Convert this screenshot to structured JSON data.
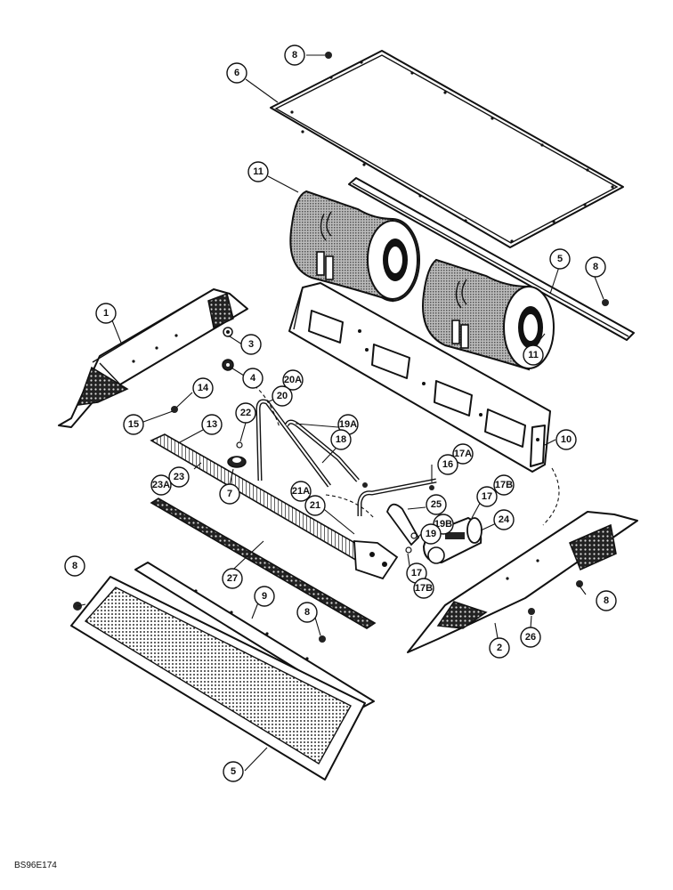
{
  "callouts": [
    {
      "id": "c8a",
      "label": "8"
    },
    {
      "id": "c6",
      "label": "6"
    },
    {
      "id": "c11a",
      "label": "11"
    },
    {
      "id": "c8b",
      "label": "8"
    },
    {
      "id": "c5a",
      "label": "5"
    },
    {
      "id": "c1",
      "label": "1"
    },
    {
      "id": "c3",
      "label": "3"
    },
    {
      "id": "c4",
      "label": "4"
    },
    {
      "id": "c11b",
      "label": "11"
    },
    {
      "id": "c14",
      "label": "14"
    },
    {
      "id": "c20A",
      "label": "20A"
    },
    {
      "id": "c20",
      "label": "20"
    },
    {
      "id": "c22",
      "label": "22"
    },
    {
      "id": "c19A",
      "label": "19A"
    },
    {
      "id": "c18",
      "label": "18"
    },
    {
      "id": "c15",
      "label": "15"
    },
    {
      "id": "c13",
      "label": "13"
    },
    {
      "id": "c10",
      "label": "10"
    },
    {
      "id": "c17A",
      "label": "17A"
    },
    {
      "id": "c16",
      "label": "16"
    },
    {
      "id": "c23",
      "label": "23"
    },
    {
      "id": "c23A",
      "label": "23A"
    },
    {
      "id": "c7",
      "label": "7"
    },
    {
      "id": "c21A",
      "label": "21A"
    },
    {
      "id": "c21",
      "label": "21"
    },
    {
      "id": "c25",
      "label": "25"
    },
    {
      "id": "c17a",
      "label": "17"
    },
    {
      "id": "c17B_top",
      "label": "17B"
    },
    {
      "id": "c19B",
      "label": "19B"
    },
    {
      "id": "c24",
      "label": "24"
    },
    {
      "id": "c19",
      "label": "19"
    },
    {
      "id": "c17b",
      "label": "17"
    },
    {
      "id": "c17B_bot",
      "label": "17B"
    },
    {
      "id": "c27",
      "label": "27"
    },
    {
      "id": "c8c",
      "label": "8"
    },
    {
      "id": "c9",
      "label": "9"
    },
    {
      "id": "c8d",
      "label": "8"
    },
    {
      "id": "c8e",
      "label": "8"
    },
    {
      "id": "c2",
      "label": "2"
    },
    {
      "id": "c26",
      "label": "26"
    },
    {
      "id": "c5b",
      "label": "5"
    }
  ],
  "footer": {
    "code": "BS96E174"
  }
}
